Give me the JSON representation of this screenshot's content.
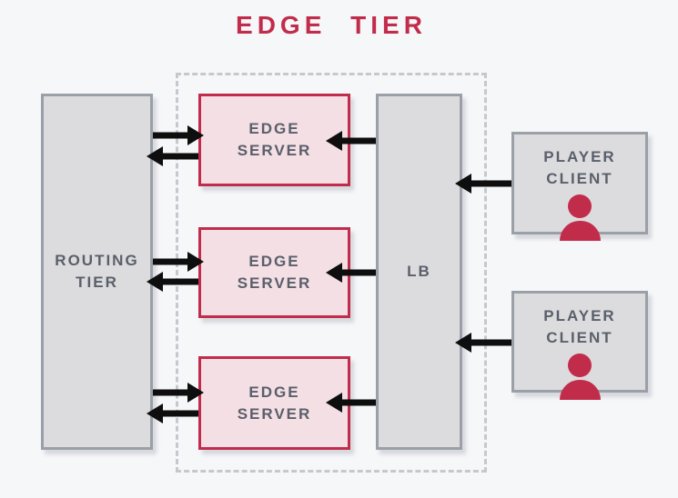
{
  "title": "EDGE TIER",
  "colors": {
    "accent_red": "#c22c4b",
    "pink_fill": "#f4dfe5",
    "gray_fill": "#dcdcde",
    "gray_border": "#9aa0a8",
    "text_slate": "#5a5f6a",
    "dashed_border": "#c5c8ce",
    "arrow_black": "#0e0e0e",
    "background": "#f6f7f9"
  },
  "nodes": {
    "routing_tier": {
      "label": "ROUTING TIER"
    },
    "edge_servers": [
      {
        "label": "EDGE SERVER"
      },
      {
        "label": "EDGE SERVER"
      },
      {
        "label": "EDGE SERVER"
      }
    ],
    "load_balancer": {
      "label": "LB"
    },
    "player_clients": [
      {
        "label": "PLAYER CLIENT",
        "icon": "person-icon"
      },
      {
        "label": "PLAYER CLIENT",
        "icon": "person-icon"
      }
    ]
  },
  "connections": [
    {
      "from": "routing-tier",
      "to": "edge-server-1",
      "direction": "right"
    },
    {
      "from": "edge-server-1",
      "to": "routing-tier",
      "direction": "left"
    },
    {
      "from": "routing-tier",
      "to": "edge-server-2",
      "direction": "right"
    },
    {
      "from": "edge-server-2",
      "to": "routing-tier",
      "direction": "left"
    },
    {
      "from": "routing-tier",
      "to": "edge-server-3",
      "direction": "right"
    },
    {
      "from": "edge-server-3",
      "to": "routing-tier",
      "direction": "left"
    },
    {
      "from": "load-balancer",
      "to": "edge-server-1",
      "direction": "left"
    },
    {
      "from": "load-balancer",
      "to": "edge-server-2",
      "direction": "left"
    },
    {
      "from": "load-balancer",
      "to": "edge-server-3",
      "direction": "left"
    },
    {
      "from": "player-client-1",
      "to": "load-balancer",
      "direction": "left"
    },
    {
      "from": "player-client-2",
      "to": "load-balancer",
      "direction": "left"
    }
  ]
}
